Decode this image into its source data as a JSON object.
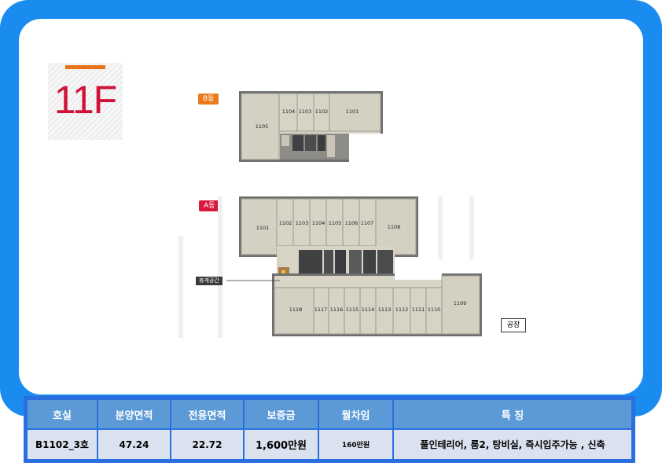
{
  "floor": {
    "label": "11F"
  },
  "buildings": {
    "b_tag": "B동",
    "a_tag": "A동",
    "b_units": [
      "1105",
      "1104",
      "1103",
      "1102",
      "1101"
    ],
    "a_top_units": [
      "1101",
      "1102",
      "1103",
      "1104",
      "1105",
      "1106",
      "1107",
      "1108"
    ],
    "a_bottom_units": [
      "1118",
      "1117",
      "1116",
      "1115",
      "1114",
      "1113",
      "1112",
      "1111",
      "1110",
      "1109"
    ]
  },
  "annotations": {
    "rest_area": "휴게공간",
    "factory": "공장"
  },
  "colors": {
    "frame": "#1a8cf0",
    "floor_text": "#cf1238",
    "b_tag": "#ea7a1c",
    "a_tag": "#d8173d",
    "header_bg": "#5b9ad6",
    "row_bg": "#dbe2ef"
  },
  "table": {
    "headers": [
      "호실",
      "분양면적",
      "전용면적",
      "보증금",
      "월차임",
      "특    징"
    ],
    "row": {
      "unit": "B1102_3호",
      "sale_area": "47.24",
      "exclusive_area": "22.72",
      "deposit": "1,600만원",
      "rent": "160만원",
      "features": "풀인테리어, 룸2, 탕비실, 즉시입주가능 , 신축"
    }
  }
}
